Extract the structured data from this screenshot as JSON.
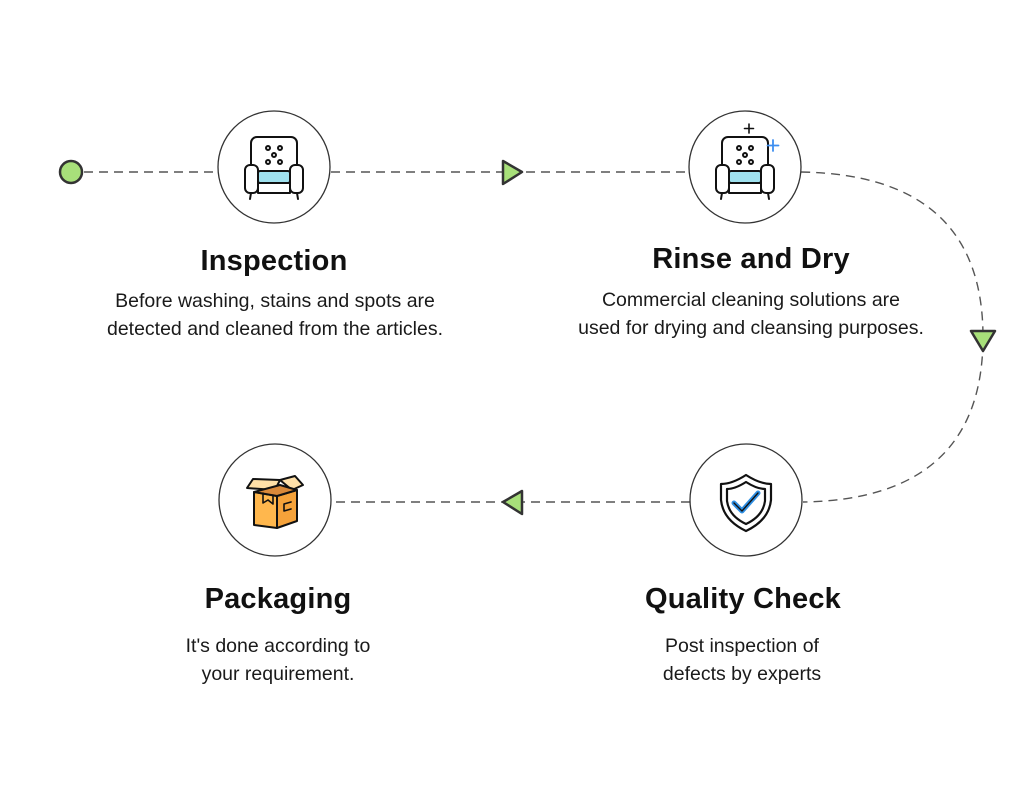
{
  "colors": {
    "accent": "#a8e07a",
    "line": "#555555",
    "icon_blue": "#9fe1ee",
    "box_orange": "#ffb74d"
  },
  "steps": [
    {
      "title": "Inspection",
      "description": "Before washing, stains and spots are\ndetected and cleaned from the articles.",
      "icon": "armchair-icon"
    },
    {
      "title": "Rinse and Dry",
      "description": "Commercial cleaning solutions are\nused for drying and cleansing purposes.",
      "icon": "clean-armchair-icon"
    },
    {
      "title": "Quality Check",
      "description": "Post inspection of\ndefects by experts",
      "icon": "shield-check-icon"
    },
    {
      "title": "Packaging",
      "description": "It's done according to\nyour requirement.",
      "icon": "open-box-icon"
    }
  ]
}
